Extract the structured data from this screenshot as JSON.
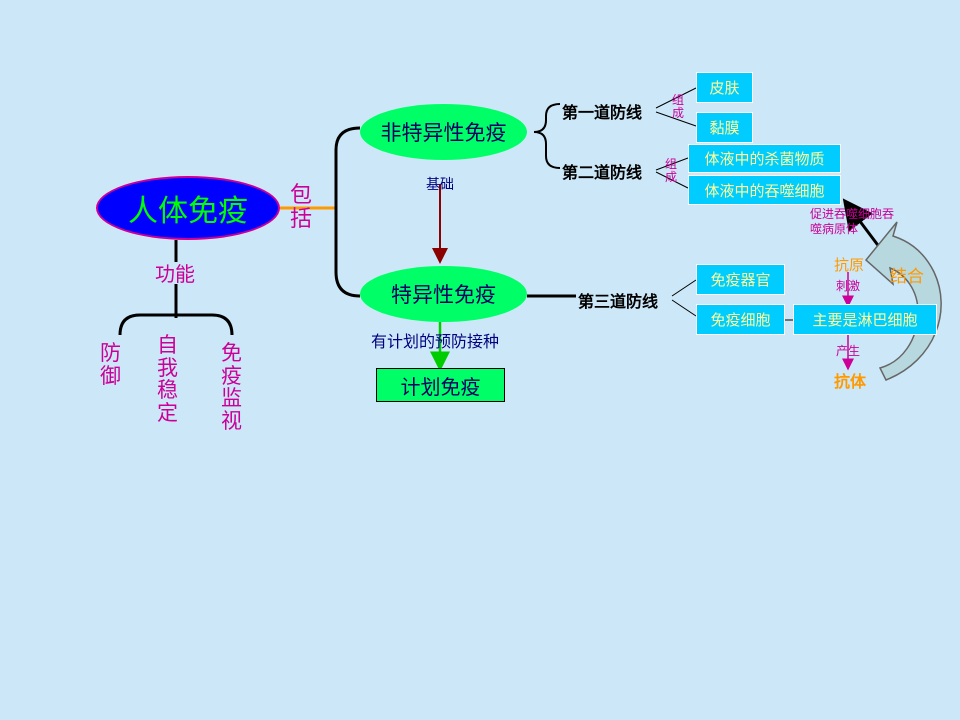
{
  "root": {
    "label": "人体免疫",
    "includes_label": "包括",
    "function_label": "功能"
  },
  "functions": [
    "防御",
    "自我稳定",
    "免疫监视"
  ],
  "nonspecific": {
    "label": "非特异性免疫",
    "basis_label": "基础",
    "first_line": {
      "label": "第一道防线",
      "composed_label": "组成",
      "components": [
        "皮肤",
        "黏膜"
      ]
    },
    "second_line": {
      "label": "第二道防线",
      "composed_label": "组成",
      "components": [
        "体液中的杀菌物质",
        "体液中的吞噬细胞"
      ]
    }
  },
  "specific": {
    "label": "特异性免疫",
    "vaccination_label": "有计划的预防接种",
    "planned_label": "计划免疫",
    "third_line": {
      "label": "第三道防线",
      "components": [
        "免疫器官",
        "免疫细胞"
      ]
    },
    "lymphocyte_label": "主要是淋巴细胞",
    "antigen_label": "抗原",
    "stimulate_label": "刺激",
    "produce_label": "产生",
    "antibody_label": "抗体",
    "combine_label": "结合",
    "promote_label": "促进吞噬细胞吞噬病原体"
  },
  "colors": {
    "background": "#cce8f8",
    "root_fill": "#0000ff",
    "root_text": "#00ff00",
    "ellipse_fill": "#00ff66",
    "box_fill": "#00ccff",
    "box_text": "#ffff99",
    "magenta_text": "#cc0099",
    "orange": "#ff9900",
    "dark_red_arrow": "#8b0000",
    "arrow_fill": "#b8d8e0"
  }
}
